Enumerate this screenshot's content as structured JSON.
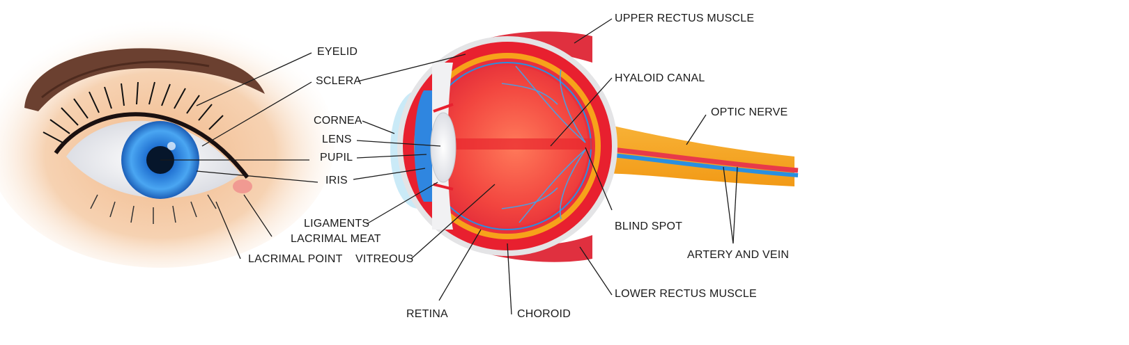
{
  "labels": {
    "eyelid": "EYELID",
    "sclera": "SCLERA",
    "cornea": "CORNEA",
    "lens": "LENS",
    "pupil": "PUPIL",
    "iris": "IRIS",
    "ligaments": "LIGAMENTS",
    "lacrimal_meat": "LACRIMAL MEAT",
    "lacrimal_point": "LACRIMAL POINT",
    "vitreous": "VITREOUS",
    "retina": "RETINA",
    "choroid": "CHOROID",
    "upper_rectus_muscle": "UPPER RECTUS MUSCLE",
    "hyaloid_canal": "HYALOID CANAL",
    "optic_nerve": "OPTIC NERVE",
    "blind_spot": "BLIND SPOT",
    "artery_and_vein": "ARTERY AND VEIN",
    "lower_rectus_muscle": "LOWER RECTUS MUSCLE"
  },
  "colors": {
    "iris": "#2f86e0",
    "sclera_outer": "#e8202f",
    "vitreous": "#f0403f",
    "choroid": "#f7a21a",
    "optic_nerve": "#f6a31c",
    "vein": "#2a8fe0",
    "artery": "#e83a4a"
  }
}
